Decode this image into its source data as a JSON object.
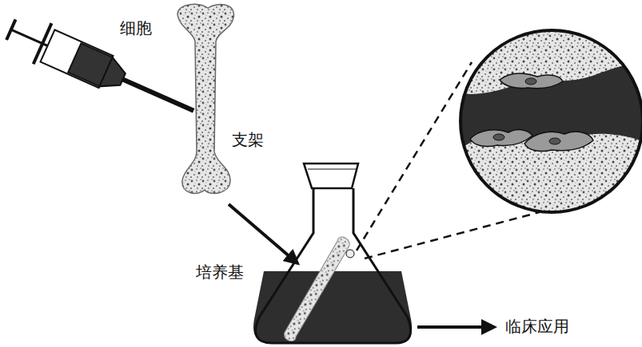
{
  "diagram": {
    "labels": [
      "细胞",
      "支架",
      "培养基",
      "临床应用"
    ]
  }
}
